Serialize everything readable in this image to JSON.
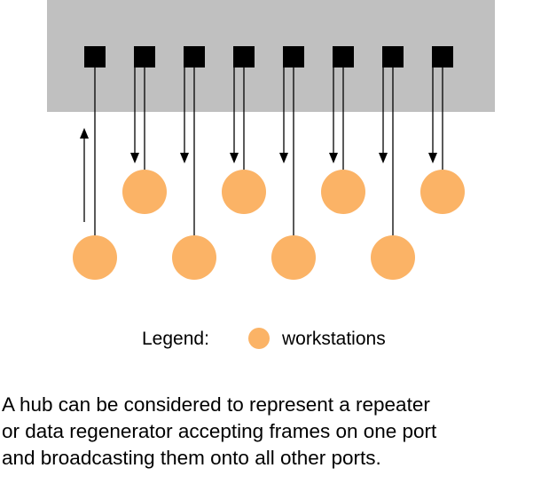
{
  "colors": {
    "hub_fill": "#c0c0c0",
    "port_fill": "#000000",
    "workstation_fill": "#fbb366",
    "line": "#000000"
  },
  "hub": {
    "port_count": 8
  },
  "workstations": {
    "upper_row_count": 4,
    "lower_row_count": 4
  },
  "frame_flow": {
    "incoming_port": 1,
    "broadcast_ports": [
      2,
      3,
      4,
      5,
      6,
      7,
      8
    ]
  },
  "legend": {
    "label": "Legend:",
    "item_label": "workstations",
    "item_icon": "workstation-circle"
  },
  "caption": {
    "lines": [
      "A hub can be considered to represent a repeater",
      "or data regenerator accepting frames on one port",
      "and broadcasting them onto all other ports."
    ]
  }
}
